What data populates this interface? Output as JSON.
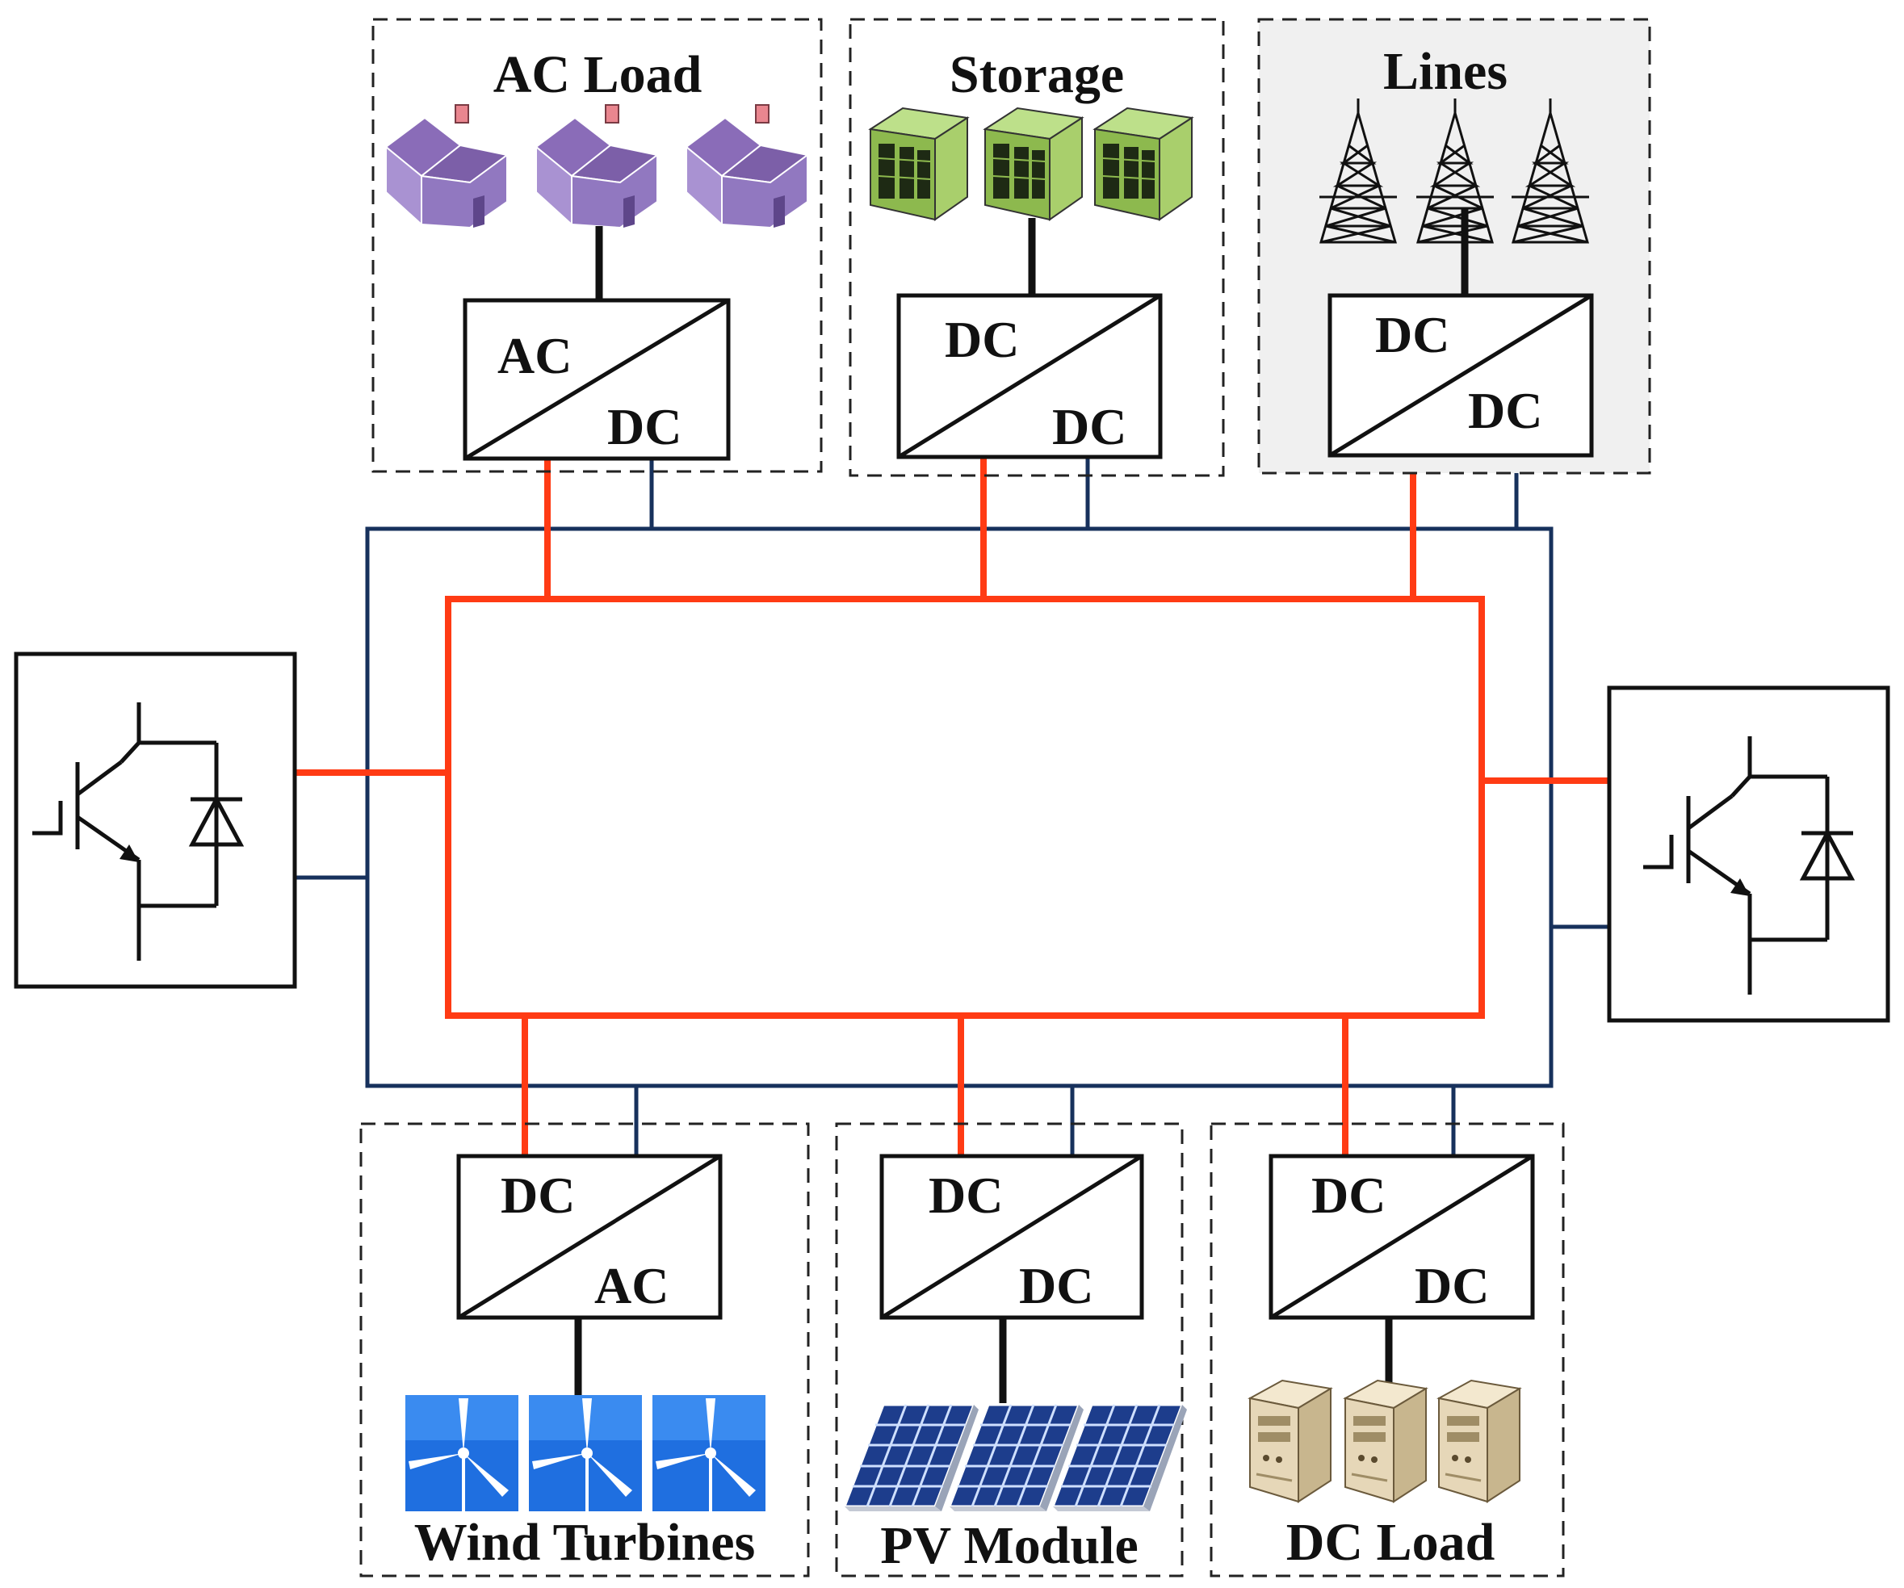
{
  "modules": {
    "ac_load": {
      "title": "AC Load",
      "top_label": "AC",
      "bottom_label": "DC"
    },
    "storage": {
      "title": "Storage",
      "top_label": "DC",
      "bottom_label": "DC"
    },
    "lines": {
      "title": "Lines",
      "top_label": "DC",
      "bottom_label": "DC"
    },
    "wind": {
      "title": "Wind Turbines",
      "top_label": "DC",
      "bottom_label": "AC"
    },
    "pv": {
      "title": "PV Module",
      "top_label": "DC",
      "bottom_label": "DC"
    },
    "dc_load": {
      "title": "DC Load",
      "top_label": "DC",
      "bottom_label": "DC"
    }
  },
  "colors": {
    "positive_bus": "#ff3b14",
    "negative_bus": "#17315c",
    "house": "#9b7ec6",
    "battery": "#9ec15a",
    "wind_bg": "#1f6fe0",
    "pv_cell": "#1d3d8c",
    "server": "#e6d7b8",
    "lines_bg": "#f0f0f0"
  },
  "icons": {
    "switch": "igbt-diode-switch-icon",
    "ac_load": "house-icon",
    "storage": "battery-icon",
    "lines": "transmission-tower-icon",
    "wind": "wind-turbine-icon",
    "pv": "solar-panel-icon",
    "dc_load": "server-icon"
  }
}
